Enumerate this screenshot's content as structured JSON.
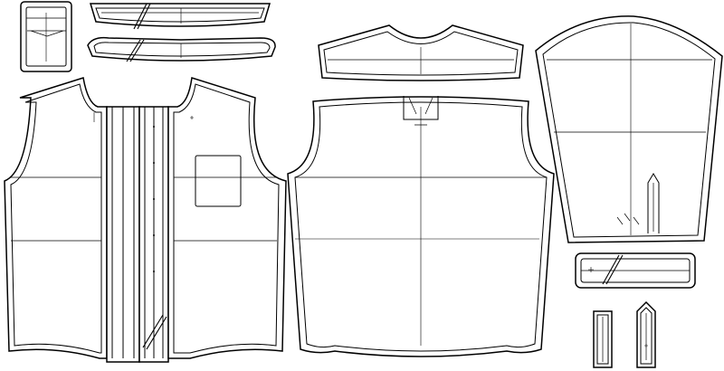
{
  "pattern": {
    "pieces": [
      {
        "name": "pocket"
      },
      {
        "name": "collar-band"
      },
      {
        "name": "collar"
      },
      {
        "name": "front-left"
      },
      {
        "name": "front-placket"
      },
      {
        "name": "front-right"
      },
      {
        "name": "yoke"
      },
      {
        "name": "back"
      },
      {
        "name": "sleeve"
      },
      {
        "name": "cuff"
      },
      {
        "name": "sleeve-placket-small"
      },
      {
        "name": "sleeve-placket-large"
      }
    ],
    "colors": {
      "line": "#000000",
      "paper": "#ffffff"
    }
  }
}
